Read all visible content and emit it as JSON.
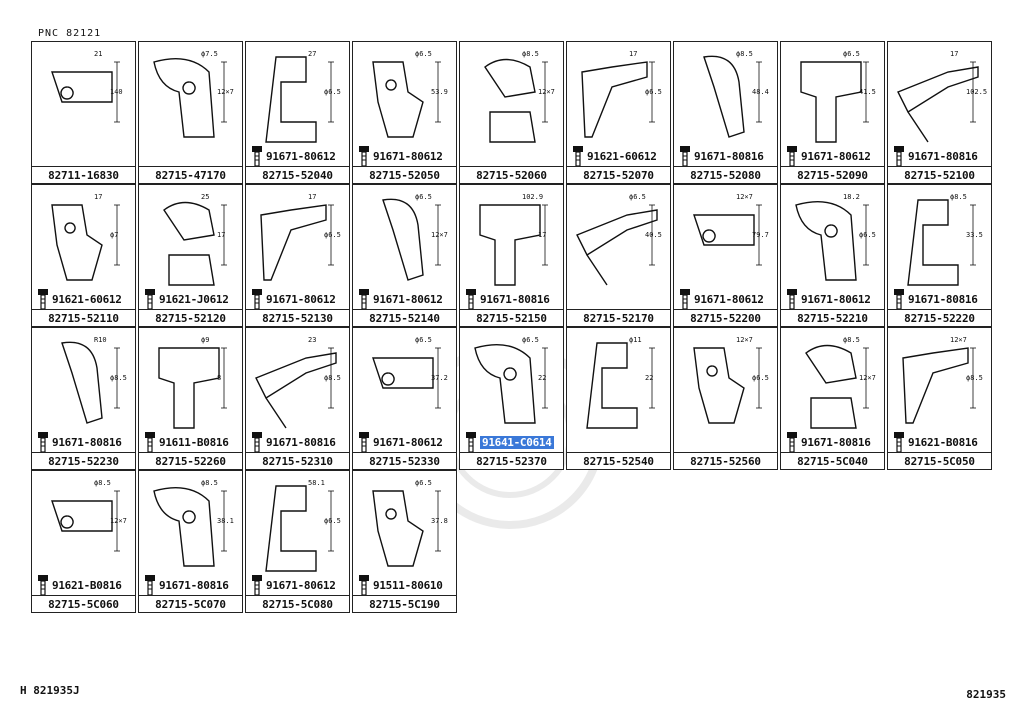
{
  "header": {
    "pnc": "PNC  82121"
  },
  "rows": [
    [
      {
        "part": "82711-16830",
        "bolt": "",
        "dims": [
          "21",
          "140"
        ]
      },
      {
        "part": "82715-47170",
        "bolt": "",
        "dims": [
          "ϕ7.5",
          "12×7"
        ]
      },
      {
        "part": "82715-52040",
        "bolt": "91671-80612",
        "dims": [
          "27",
          "ϕ6.5"
        ]
      },
      {
        "part": "82715-52050",
        "bolt": "91671-80612",
        "dims": [
          "ϕ6.5",
          "53.9"
        ]
      },
      {
        "part": "82715-52060",
        "bolt": "",
        "dims": [
          "ϕ8.5",
          "12×7"
        ]
      },
      {
        "part": "82715-52070",
        "bolt": "91621-60612",
        "dims": [
          "17",
          "ϕ6.5"
        ]
      },
      {
        "part": "82715-52080",
        "bolt": "91671-80816",
        "dims": [
          "ϕ8.5",
          "48.4"
        ]
      },
      {
        "part": "82715-52090",
        "bolt": "91671-80612",
        "dims": [
          "ϕ6.5",
          "41.5"
        ]
      },
      {
        "part": "82715-52100",
        "bolt": "91671-80816",
        "dims": [
          "17",
          "102.5"
        ]
      }
    ],
    [
      {
        "part": "82715-52110",
        "bolt": "91621-60612",
        "dims": [
          "17",
          "ϕ7"
        ]
      },
      {
        "part": "82715-52120",
        "bolt": "91621-J0612",
        "dims": [
          "25",
          "17"
        ]
      },
      {
        "part": "82715-52130",
        "bolt": "91671-80612",
        "dims": [
          "17",
          "ϕ6.5"
        ]
      },
      {
        "part": "82715-52140",
        "bolt": "91671-80612",
        "dims": [
          "ϕ6.5",
          "12×7"
        ]
      },
      {
        "part": "82715-52150",
        "bolt": "91671-80816",
        "dims": [
          "102.9",
          "17"
        ]
      },
      {
        "part": "82715-52170",
        "bolt": "",
        "dims": [
          "ϕ6.5",
          "40.5"
        ]
      },
      {
        "part": "82715-52200",
        "bolt": "91671-80612",
        "dims": [
          "12×7",
          "79.7"
        ]
      },
      {
        "part": "82715-52210",
        "bolt": "91671-80612",
        "dims": [
          "18.2",
          "ϕ6.5"
        ]
      },
      {
        "part": "82715-52220",
        "bolt": "91671-80816",
        "dims": [
          "ϕ8.5",
          "33.5"
        ]
      }
    ],
    [
      {
        "part": "82715-52230",
        "bolt": "91671-80816",
        "dims": [
          "R10",
          "ϕ8.5"
        ]
      },
      {
        "part": "82715-52260",
        "bolt": "91611-B0816",
        "dims": [
          "ϕ9",
          "8"
        ]
      },
      {
        "part": "82715-52310",
        "bolt": "91671-80816",
        "dims": [
          "23",
          "ϕ8.5"
        ]
      },
      {
        "part": "82715-52330",
        "bolt": "91671-80612",
        "dims": [
          "ϕ6.5",
          "37.2"
        ]
      },
      {
        "part": "82715-52370",
        "bolt": "91641-C0614",
        "dims": [
          "ϕ6.5",
          "22"
        ],
        "highlight": true
      },
      {
        "part": "82715-52540",
        "bolt": "",
        "dims": [
          "ϕ11",
          "22"
        ]
      },
      {
        "part": "82715-52560",
        "bolt": "",
        "dims": [
          "12×7",
          "ϕ6.5"
        ]
      },
      {
        "part": "82715-5C040",
        "bolt": "91671-80816",
        "dims": [
          "ϕ8.5",
          "12×7"
        ]
      },
      {
        "part": "82715-5C050",
        "bolt": "91621-B0816",
        "dims": [
          "12×7",
          "ϕ8.5"
        ]
      }
    ],
    [
      {
        "part": "82715-5C060",
        "bolt": "91621-B0816",
        "dims": [
          "ϕ8.5",
          "12×7"
        ]
      },
      {
        "part": "82715-5C070",
        "bolt": "91671-80816",
        "dims": [
          "ϕ8.5",
          "38.1"
        ]
      },
      {
        "part": "82715-5C080",
        "bolt": "91671-80612",
        "dims": [
          "58.1",
          "ϕ6.5"
        ]
      },
      {
        "part": "82715-5C190",
        "bolt": "91511-80610",
        "dims": [
          "ϕ6.5",
          "37.8"
        ]
      }
    ]
  ],
  "footer": {
    "left": "H  821935J",
    "right": "821935"
  }
}
